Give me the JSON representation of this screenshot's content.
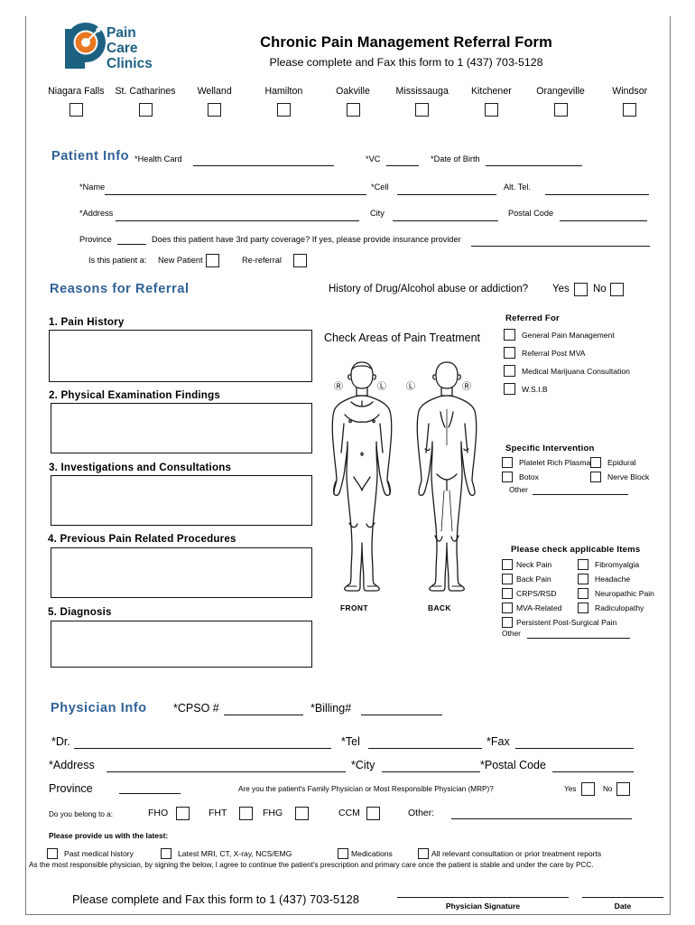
{
  "document": {
    "title": "Chronic Pain Management Referral Form",
    "subtitle": "Please complete and Fax this form to 1 (437) 703-5128",
    "logo_line1": "Pain",
    "logo_line2": "Care",
    "logo_line3": "Clinics",
    "brand_blue": "#1c6182",
    "brand_orange": "#e87722",
    "heading_blue": "#2e6096"
  },
  "clinics": [
    {
      "name": "Niagara Falls"
    },
    {
      "name": "St. Catharines"
    },
    {
      "name": "Welland"
    },
    {
      "name": "Hamilton"
    },
    {
      "name": "Oakville"
    },
    {
      "name": "Mississauga"
    },
    {
      "name": "Kitchener"
    },
    {
      "name": "Orangeville"
    },
    {
      "name": "Windsor"
    }
  ],
  "patient_info": {
    "heading": "Patient Info",
    "health_card": "*Health Card",
    "vc": "*VC",
    "date_of_birth": "*Date of Birth",
    "name": "*Name",
    "cell": "*Cell",
    "alt_tel": "Alt. Tel.",
    "address": "*Address",
    "city": "City",
    "postal_code": "Postal Code",
    "province": "Province",
    "coverage_question": "Does this patient have 3rd party coverage? If yes, please provide insurance provider",
    "is_this_patient_a": "Is this  patient a:",
    "new_patient": "New Patient",
    "re_referral": "Re-referral"
  },
  "reasons": {
    "heading": "Reasons for Referral",
    "drug_question": "History of Drug/Alcohol abuse or addiction?",
    "yes": "Yes",
    "no": "No",
    "check_areas": "Check Areas of Pain Treatment",
    "sections": [
      {
        "label": "1. Pain History"
      },
      {
        "label": "2. Physical Examination Findings"
      },
      {
        "label": "3. Investigations and Consultations"
      },
      {
        "label": "4. Previous Pain Related Procedures"
      },
      {
        "label": "5. Diagnosis"
      }
    ],
    "figure": {
      "front": "FRONT",
      "back": "BACK",
      "right_mark": "Ⓡ",
      "left_mark": "Ⓛ"
    }
  },
  "referred_for": {
    "title": "Referred For",
    "items": [
      "General Pain Management",
      "Referral Post MVA",
      "Medical Marijuana Consultation",
      "W.S.I.B"
    ]
  },
  "specific_intervention": {
    "title": "Specific Intervention",
    "items_left": [
      "Platelet Rich Plasma",
      "Botox"
    ],
    "items_right": [
      "Epidural",
      "Nerve Block"
    ],
    "other": "Other"
  },
  "applicable_items": {
    "title": "Please check applicable Items",
    "items_left": [
      "Neck Pain",
      "Back Pain",
      "CRPS/RSD",
      "MVA-Related"
    ],
    "items_right": [
      "Fibromyalgia",
      "Headache",
      "Neuropathic Pain",
      "Radiculopathy"
    ],
    "full_width_item": "Persistent Post-Surgical Pain",
    "other": "Other"
  },
  "physician_info": {
    "heading": "Physician Info",
    "cpso": "*CPSO #",
    "billing": "*Billing#",
    "dr": "*Dr.",
    "tel": "*Tel",
    "fax": "*Fax",
    "address": "*Address",
    "city": "*City",
    "postal_code": "*Postal Code",
    "province": "Province",
    "mrp_question": "Are you the patient's Family Physician or Most Responsible Physician (MRP)?",
    "yes": "Yes",
    "no": "No",
    "belong_to": "Do you belong to a:",
    "groups": [
      "FHO",
      "FHT",
      "FHG",
      "CCM"
    ],
    "other": "Other:"
  },
  "latest": {
    "title": "Please provide us with the latest:",
    "items": [
      "Past medical history",
      "Latest MRI, CT, X-ray, NCS/EMG",
      "Medications",
      "All relevant consultation or prior treatment reports"
    ],
    "consent": "As the most responsible physician, by signing the below, I agree to continue the patient's prescription and primary care once the patient is stable and under the care by PCC."
  },
  "footer": {
    "fax_line": "Please complete and Fax this form to 1 (437) 703-5128",
    "physician_signature": "Physician Signature",
    "date": "Date"
  }
}
